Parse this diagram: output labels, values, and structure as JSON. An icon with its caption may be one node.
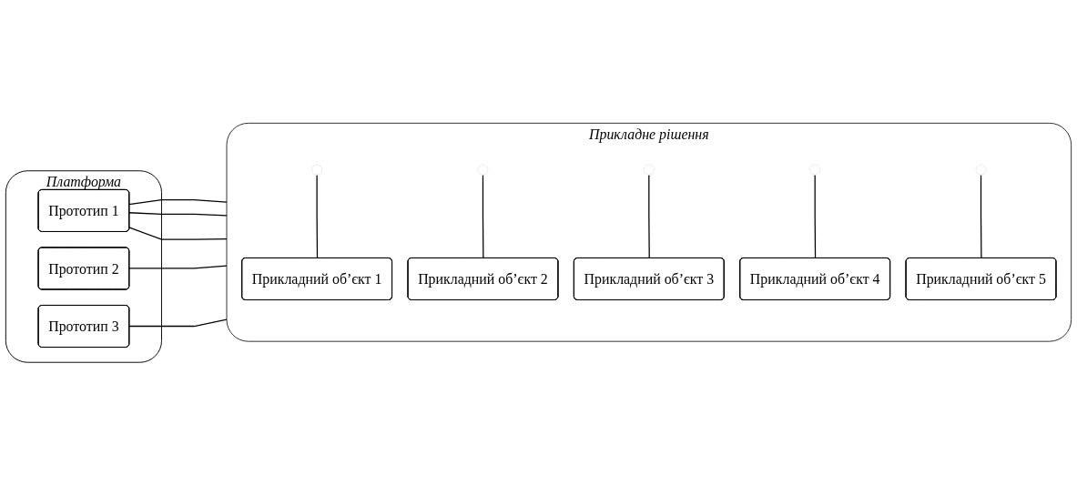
{
  "diagram": {
    "nodes": [
      {
        "text": [
          "Платформа"
        ]
      },
      {
        "text": [
          "Прототип 1"
        ],
        "in": 0
      },
      {
        "text": [
          "Прототип 2"
        ],
        "in": 0
      },
      {
        "text": [
          "Прототип 3"
        ],
        "in": 0
      },
      {
        "text": [
          "Прикладне рішення"
        ]
      },
      {
        "text": [
          "Прикладний об’єкт 1"
        ],
        "in": 4
      },
      {
        "text": [
          "Прикладний об’єкт 2"
        ],
        "in": 4
      },
      {
        "text": [
          "Прикладний об’єкт 3"
        ],
        "in": 4
      },
      {
        "text": [
          "Прикладний об’єкт 4"
        ],
        "in": 4
      },
      {
        "text": [
          "Прикладний об’єкт 5"
        ],
        "in": 4
      }
    ],
    "edges": [
      {
        "from": 1,
        "to": 4,
        "arrow": "none"
      },
      {
        "from": 1,
        "to": 4,
        "arrow": "none"
      },
      {
        "from": 1,
        "to": 4,
        "arrow": "none"
      },
      {
        "from": 2,
        "to": 4,
        "arrow": "none"
      },
      {
        "from": 3,
        "to": 4,
        "arrow": "none"
      },
      {
        "from": null,
        "to": 5,
        "arrow": "none"
      },
      {
        "from": null,
        "to": 6,
        "arrow": "none"
      },
      {
        "from": null,
        "to": 7,
        "arrow": "none"
      },
      {
        "from": null,
        "to": 8,
        "arrow": "none"
      },
      {
        "from": null,
        "to": 9,
        "arrow": "none"
      }
    ]
  }
}
